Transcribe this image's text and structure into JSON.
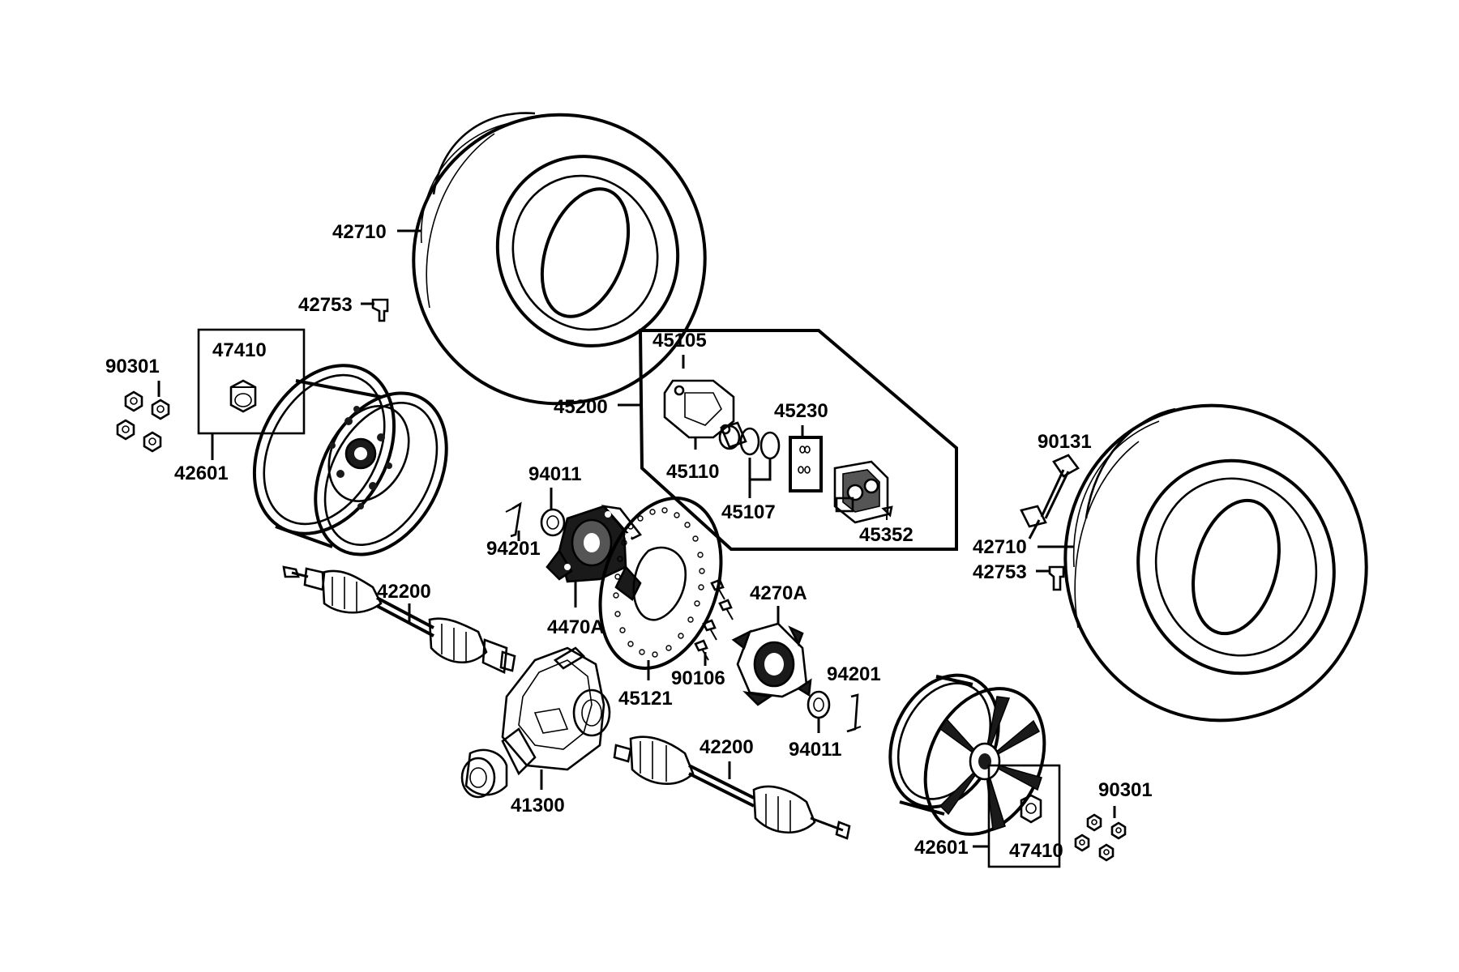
{
  "labels": {
    "tire_upper": "42710",
    "valve_upper": "42753",
    "nut_box_upper": "47410",
    "nuts_left": "90301",
    "rim_left": "42601",
    "caliper_kit": "45200",
    "bracket": "45105",
    "bracket_pins": "45110",
    "piston_seals": "45107",
    "pad_kit": "45230",
    "bleed_screw": "45352",
    "bolt_right": "90131",
    "tire_right": "42710",
    "valve_right": "42753",
    "nut_94011_upper": "94011",
    "pin_94201_upper": "94201",
    "hub_left": "4470A",
    "axle_upper": "42200",
    "disc": "45121",
    "disc_bolts": "90106",
    "hub_right": "4270A",
    "pin_94201_lower": "94201",
    "nut_94011_lower": "94011",
    "axle_lower": "42200",
    "differential": "41300",
    "rim_right": "42601",
    "nut_box_lower": "47410",
    "nuts_right": "90301"
  },
  "icons": {
    "tire": "tire-icon",
    "rim": "rim-icon",
    "hub": "hub-icon",
    "disc": "brake-disc-icon",
    "axle": "drive-axle-icon",
    "differential": "differential-icon",
    "caliper": "brake-caliper-icon"
  }
}
